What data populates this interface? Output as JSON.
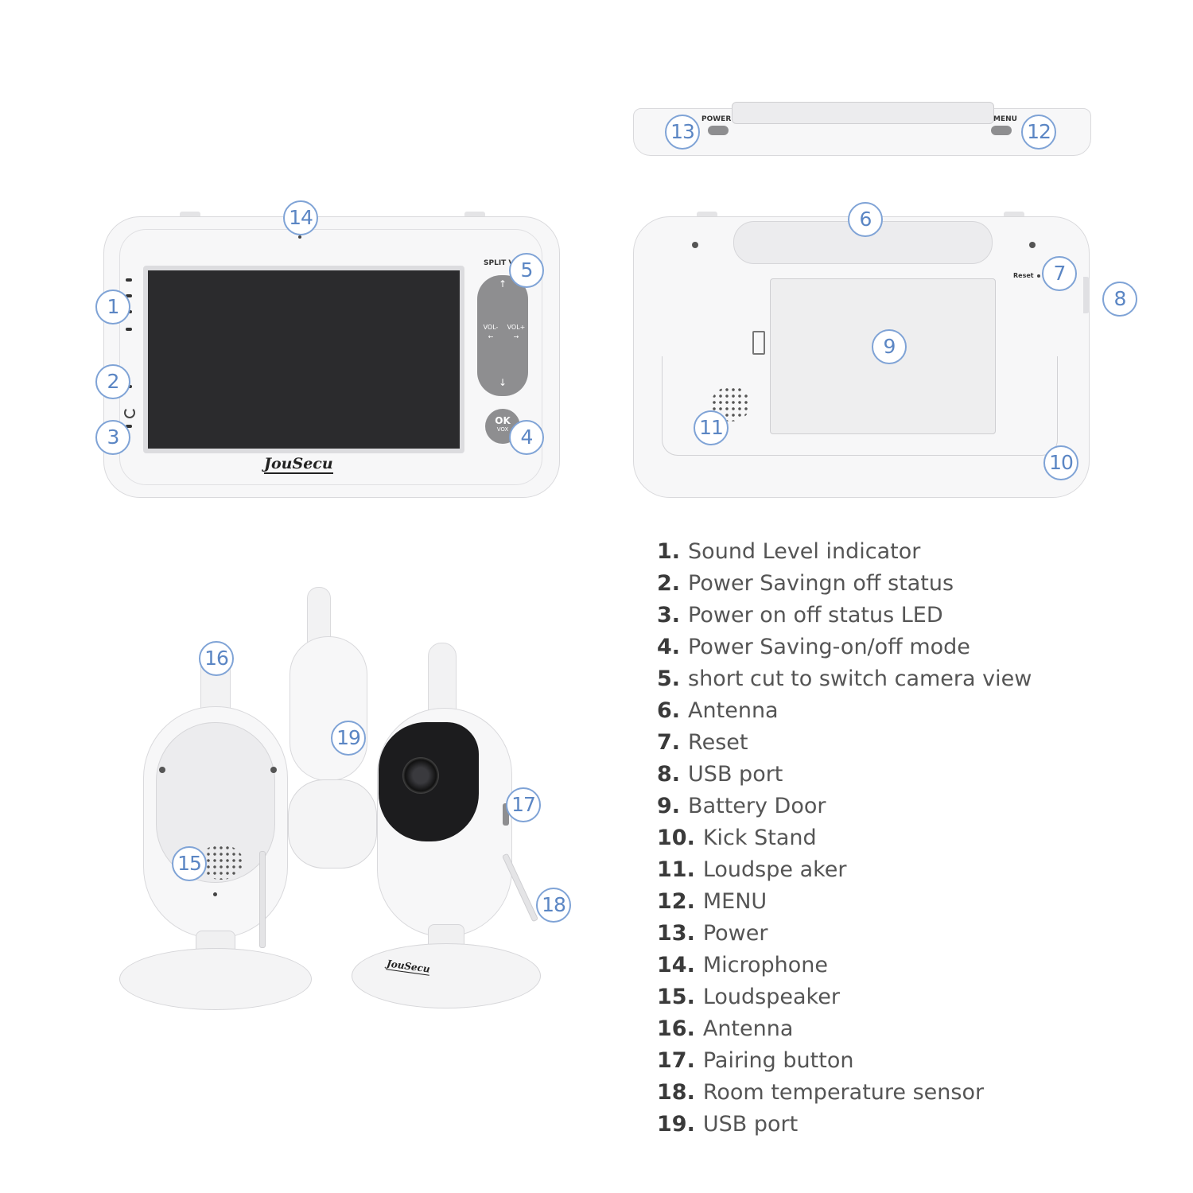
{
  "monitor_front": {
    "brand": "JouSecu",
    "split_label": "SPLIT V",
    "vol_minus": "VOL-",
    "vol_plus": "VOL+",
    "ok_label": "OK",
    "vox_label": "VOX"
  },
  "monitor_top": {
    "power_label": "POWER",
    "menu_label": "MENU"
  },
  "monitor_back": {
    "reset_label": "Reset"
  },
  "camera": {
    "brand": "JouSecu"
  },
  "callouts": {
    "c1": "1",
    "c2": "2",
    "c3": "3",
    "c4": "4",
    "c5": "5",
    "c6": "6",
    "c7": "7",
    "c8": "8",
    "c9": "9",
    "c10": "10",
    "c11": "11",
    "c12": "12",
    "c13": "13",
    "c14": "14",
    "c15": "15",
    "c16": "16",
    "c17": "17",
    "c18": "18",
    "c19": "19"
  },
  "legend": [
    {
      "num": "1.",
      "text": "Sound Level indicator"
    },
    {
      "num": "2.",
      "text": "Power Savingn off status"
    },
    {
      "num": "3.",
      "text": "Power on off status LED"
    },
    {
      "num": "4.",
      "text": "Power Saving-on/off mode"
    },
    {
      "num": "5.",
      "text": "short cut to switch camera view"
    },
    {
      "num": "6.",
      "text": "Antenna"
    },
    {
      "num": "7.",
      "text": "Reset"
    },
    {
      "num": "8.",
      "text": "USB port"
    },
    {
      "num": "9.",
      "text": "Battery Door"
    },
    {
      "num": "10.",
      "text": "Kick Stand"
    },
    {
      "num": "11.",
      "text": "Loudspe aker"
    },
    {
      "num": "12.",
      "text": "MENU"
    },
    {
      "num": "13.",
      "text": "Power"
    },
    {
      "num": "14.",
      "text": "Microphone"
    },
    {
      "num": "15.",
      "text": "Loudspeaker"
    },
    {
      "num": "16.",
      "text": "Antenna"
    },
    {
      "num": "17.",
      "text": "Pairing button"
    },
    {
      "num": "18.",
      "text": "Room temperature sensor"
    },
    {
      "num": "19.",
      "text": "USB port"
    }
  ],
  "colors": {
    "callout": "#7fa3d6",
    "device_body": "#f7f7f8",
    "screen": "#2b2b2d",
    "button_grey": "#8e8e90"
  }
}
